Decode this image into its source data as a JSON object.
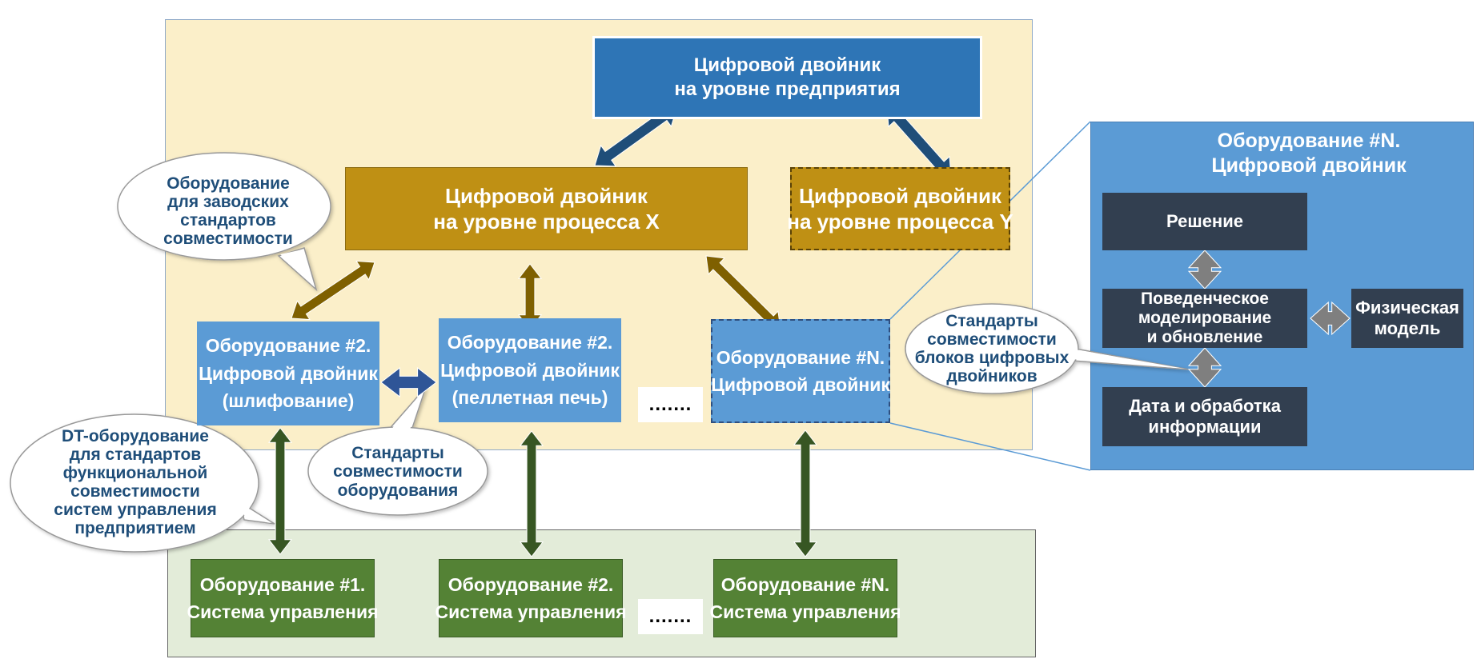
{
  "enterprise_twin": {
    "line1": "Цифровой двойник",
    "line2": "на уровне предприятия"
  },
  "process_x": {
    "line1": "Цифровой двойник",
    "line2": "на уровне процесса X"
  },
  "process_y": {
    "line1": "Цифровой двойник",
    "line2": "на уровне процесса Y"
  },
  "equipment_twins": [
    {
      "line1": "Оборудование #2.",
      "line2": "Цифровой двойник",
      "line3": "(шлифование)"
    },
    {
      "line1": "Оборудование #2.",
      "line2": "Цифровой двойник",
      "line3": "(пеллетная печь)"
    },
    {
      "line1": "Оборудование #N.",
      "line2": "Цифровой двойник"
    }
  ],
  "ellipsis": ".......",
  "control_systems": [
    {
      "line1": "Оборудование #1.",
      "line2": "Система управления"
    },
    {
      "line1": "Оборудование #2.",
      "line2": "Система управления"
    },
    {
      "line1": "Оборудование #N.",
      "line2": "Система управления"
    }
  ],
  "detail_panel": {
    "title1": "Оборудование #N.",
    "title2": "Цифровой двойник",
    "decision": "Решение",
    "behavior": {
      "line1": "Поведенческое",
      "line2": "моделирование",
      "line3": "и обновление"
    },
    "physical": {
      "line1": "Физическая",
      "line2": "модель"
    },
    "data": {
      "line1": "Дата и обработка",
      "line2": "информации"
    }
  },
  "callouts": {
    "factory": [
      "Оборудование",
      "для заводских",
      "стандартов",
      "совместимости"
    ],
    "dt": [
      "DT-оборудование",
      "для стандартов",
      "функциональной",
      "совместимости",
      "систем управления",
      "предприятием"
    ],
    "equipment": [
      "Стандарты",
      "совместимости",
      "оборудования"
    ],
    "blocks": [
      "Стандарты",
      "совместимости",
      "блоков цифровых",
      "двойников"
    ]
  },
  "colors": {
    "factory_zone": "#fbefc9",
    "control_zone": "#e3ecd9",
    "enterprise_blue": "#2e75b6",
    "process_gold": "#bf9014",
    "equipment_blue": "#5b9bd5",
    "control_green": "#548235",
    "dark_block": "#323f50",
    "arrow_navy": "#1f4e79",
    "arrow_brown": "#7f6000",
    "arrow_green": "#375623",
    "arrow_royal": "#2f5597",
    "arrow_gray": "#7f7f7f",
    "callout_text": "#1f4e79"
  }
}
